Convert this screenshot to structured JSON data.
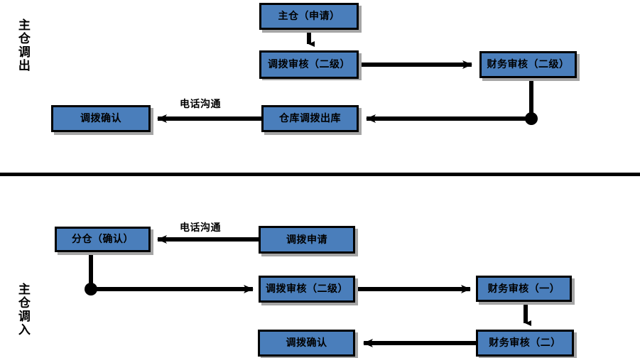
{
  "diagram": {
    "title_top": "主仓调出",
    "title_bottom": "主仓调入",
    "colors": {
      "node_fill": "#4A7EBB",
      "node_border": "#000000",
      "connector": "#000000",
      "background": "#FFFFFF",
      "shadow": "#A6A6A6"
    },
    "sections": [
      {
        "name": "outbound",
        "label": "主仓调出",
        "nodes": [
          {
            "id": "t1",
            "label": "主仓（申请）"
          },
          {
            "id": "t2",
            "label": "调拨审核（二级）"
          },
          {
            "id": "t3",
            "label": "财务审核（二级）"
          },
          {
            "id": "t4",
            "label": "仓库调拨出库"
          },
          {
            "id": "t5",
            "label": "调拨确认"
          }
        ],
        "edge_labels": [
          {
            "id": "te1",
            "label": "电话沟通"
          }
        ]
      },
      {
        "name": "inbound",
        "label": "主仓调入",
        "nodes": [
          {
            "id": "b1",
            "label": "分仓（确认）"
          },
          {
            "id": "b2",
            "label": "调拨申请"
          },
          {
            "id": "b3",
            "label": "调拨审核（二级）"
          },
          {
            "id": "b4",
            "label": "财务审核（一）"
          },
          {
            "id": "b5",
            "label": "调拨确认"
          },
          {
            "id": "b6",
            "label": "财务审核（二）"
          }
        ],
        "edge_labels": [
          {
            "id": "be1",
            "label": "电话沟通"
          }
        ]
      }
    ]
  }
}
